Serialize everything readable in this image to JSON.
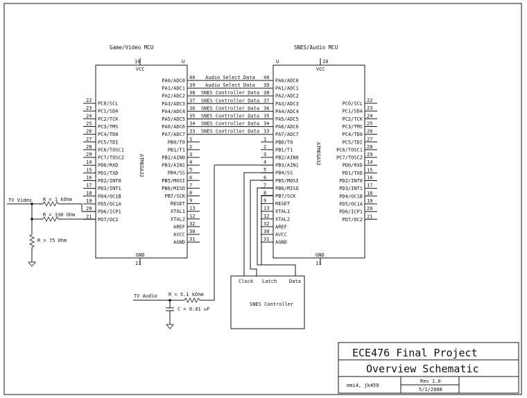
{
  "mcu_left": {
    "title": "Game/Video MCU",
    "part": "ATMEGA32",
    "vcc_label": "VCC",
    "gnd_label": "GND",
    "top_pin": "10",
    "top_mark": "U",
    "bottom_pin": "11",
    "left_pins": [
      {
        "num": "22",
        "name": "PC0/SCL"
      },
      {
        "num": "23",
        "name": "PC1/SDA"
      },
      {
        "num": "24",
        "name": "PC2/TCK"
      },
      {
        "num": "25",
        "name": "PC3/TMS"
      },
      {
        "num": "26",
        "name": "PC4/TD0"
      },
      {
        "num": "27",
        "name": "PC5/TDI"
      },
      {
        "num": "28",
        "name": "PC6/TOSC1"
      },
      {
        "num": "29",
        "name": "PC7/TOSC2"
      },
      {
        "num": "14",
        "name": "PD0/RXD"
      },
      {
        "num": "15",
        "name": "PD1/TXD"
      },
      {
        "num": "16",
        "name": "PD2/INT0"
      },
      {
        "num": "17",
        "name": "PD3/INT1"
      },
      {
        "num": "18",
        "name": "PD4/OC1B"
      },
      {
        "num": "19",
        "name": "PD5/OC1A"
      },
      {
        "num": "20",
        "name": "PD6/ICP1"
      },
      {
        "num": "21",
        "name": "PD7/OC2"
      }
    ],
    "right_pins": [
      {
        "num": "40",
        "name": "PA0/ADC0"
      },
      {
        "num": "39",
        "name": "PA1/ADC1"
      },
      {
        "num": "38",
        "name": "PA2/ADC2"
      },
      {
        "num": "37",
        "name": "PA3/ADC3"
      },
      {
        "num": "36",
        "name": "PA4/ADC4"
      },
      {
        "num": "35",
        "name": "PA5/ADC5"
      },
      {
        "num": "34",
        "name": "PA6/ADC6"
      },
      {
        "num": "33",
        "name": "PA7/ADC7"
      },
      {
        "num": "1",
        "name": "PB0/T0"
      },
      {
        "num": "2",
        "name": "PB1/T1"
      },
      {
        "num": "3",
        "name": "PB2/AIN0"
      },
      {
        "num": "4",
        "name": "PB3/AIN1"
      },
      {
        "num": "5",
        "name": "PB4/SS"
      },
      {
        "num": "6",
        "name": "PB5/MOSI"
      },
      {
        "num": "7",
        "name": "PB6/MISO"
      },
      {
        "num": "8",
        "name": "PB7/SCK"
      },
      {
        "num": "9",
        "name": "RESET"
      },
      {
        "num": "13",
        "name": "XTAL1"
      },
      {
        "num": "12",
        "name": "XTAL2"
      },
      {
        "num": "32",
        "name": "AREF"
      },
      {
        "num": "30",
        "name": "AVCC"
      },
      {
        "num": "31",
        "name": "AGND"
      }
    ]
  },
  "mcu_right": {
    "title": "SNES/Audio MCU",
    "part": "ATMEGA32",
    "vcc_label": "VCC",
    "gnd_label": "GND",
    "top_pin": "10",
    "top_mark": "U",
    "bottom_pin": "11",
    "left_pins": [
      {
        "num": "40",
        "name": "PA0/ADC0"
      },
      {
        "num": "39",
        "name": "PA1/ADC1"
      },
      {
        "num": "38",
        "name": "PA2/ADC2"
      },
      {
        "num": "37",
        "name": "PA3/ADC3"
      },
      {
        "num": "36",
        "name": "PA4/ADC4"
      },
      {
        "num": "35",
        "name": "PA5/ADC5"
      },
      {
        "num": "34",
        "name": "PA6/ADC6"
      },
      {
        "num": "33",
        "name": "PA7/ADC7"
      },
      {
        "num": "1",
        "name": "PB0/T0"
      },
      {
        "num": "2",
        "name": "PB1/T1"
      },
      {
        "num": "3",
        "name": "PB2/AIN0"
      },
      {
        "num": "4",
        "name": "PB3/AIN1"
      },
      {
        "num": "5",
        "name": "PB4/SS"
      },
      {
        "num": "6",
        "name": "PB5/MOSI"
      },
      {
        "num": "7",
        "name": "PB6/MISO"
      },
      {
        "num": "8",
        "name": "PB7/SCK"
      },
      {
        "num": "9",
        "name": "RESET"
      },
      {
        "num": "13",
        "name": "XTAL1"
      },
      {
        "num": "12",
        "name": "XTAL2"
      },
      {
        "num": "32",
        "name": "AREF"
      },
      {
        "num": "30",
        "name": "AVCC"
      },
      {
        "num": "31",
        "name": "AGND"
      }
    ],
    "right_pins": [
      {
        "num": "22",
        "name": "PC0/SCL"
      },
      {
        "num": "23",
        "name": "PC1/SDA"
      },
      {
        "num": "24",
        "name": "PC2/TCK"
      },
      {
        "num": "25",
        "name": "PC3/TMS"
      },
      {
        "num": "26",
        "name": "PC4/TD0"
      },
      {
        "num": "27",
        "name": "PC5/TDI"
      },
      {
        "num": "28",
        "name": "PC6/TOSC1"
      },
      {
        "num": "29",
        "name": "PC7/TOSC2"
      },
      {
        "num": "14",
        "name": "PD0/RXD"
      },
      {
        "num": "15",
        "name": "PD1/TXD"
      },
      {
        "num": "16",
        "name": "PD2/INT0"
      },
      {
        "num": "17",
        "name": "PD3/INT1"
      },
      {
        "num": "18",
        "name": "PD4/OC1B"
      },
      {
        "num": "19",
        "name": "PD5/OC1A"
      },
      {
        "num": "20",
        "name": "PD6/ICP1"
      },
      {
        "num": "21",
        "name": "PD7/OC2"
      }
    ]
  },
  "bus_labels": [
    "Audio Select Data",
    "Audio Select Data",
    "SNES Controller Data",
    "SNES Controller Data",
    "SNES Controller Data",
    "SNES Controller Data",
    "SNES Controller Data",
    "SNES Controller Data"
  ],
  "video": {
    "tv_label": "TV Video",
    "r1": "R = 1 kOhm",
    "r2": "R = 330 Ohm",
    "r3": "R = 75 Ohm"
  },
  "audio": {
    "tv_label": "TV Audio",
    "r": "R = 5.1 kOhm",
    "c": "C = 0.01 uF"
  },
  "snes": {
    "title": "SNES Controller",
    "clock": "Clock",
    "latch": "Latch",
    "data": "Data"
  },
  "title_block": {
    "project": "ECE476 Final Project",
    "subtitle": "Overview Schematic",
    "authors": "mmi4, jk459",
    "rev": "Rev 1.0",
    "date": "5/1/2008"
  }
}
